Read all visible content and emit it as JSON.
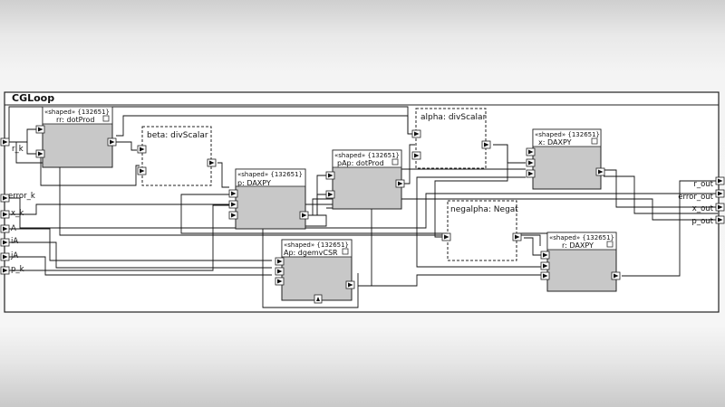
{
  "diagram": {
    "title": "CGLoop",
    "inputs": [
      "r_k",
      "error_k",
      "x_k",
      "A",
      "iA",
      "jA",
      "p_k"
    ],
    "outputs": [
      "r_out",
      "error_out",
      "x_out",
      "p_out"
    ],
    "stereotype": "«shaped»",
    "stereotype_id": "{132651}",
    "blocks": {
      "rr": {
        "name": "rr: dotProd",
        "shaped": true
      },
      "beta": {
        "name": "beta: divScalar",
        "shaped": false
      },
      "p": {
        "name": "p: DAXPY",
        "shaped": true
      },
      "pAp": {
        "name": "pAp: dotProd",
        "shaped": true
      },
      "alpha": {
        "name": "alpha: divScalar",
        "shaped": false
      },
      "x": {
        "name": "x: DAXPY",
        "shaped": true
      },
      "Ap": {
        "name": "Ap: dgemvCSR",
        "shaped": true
      },
      "negalpha": {
        "name": "negalpha: Negat",
        "shaped": false
      },
      "r": {
        "name": "r: DAXPY",
        "shaped": true
      }
    }
  }
}
